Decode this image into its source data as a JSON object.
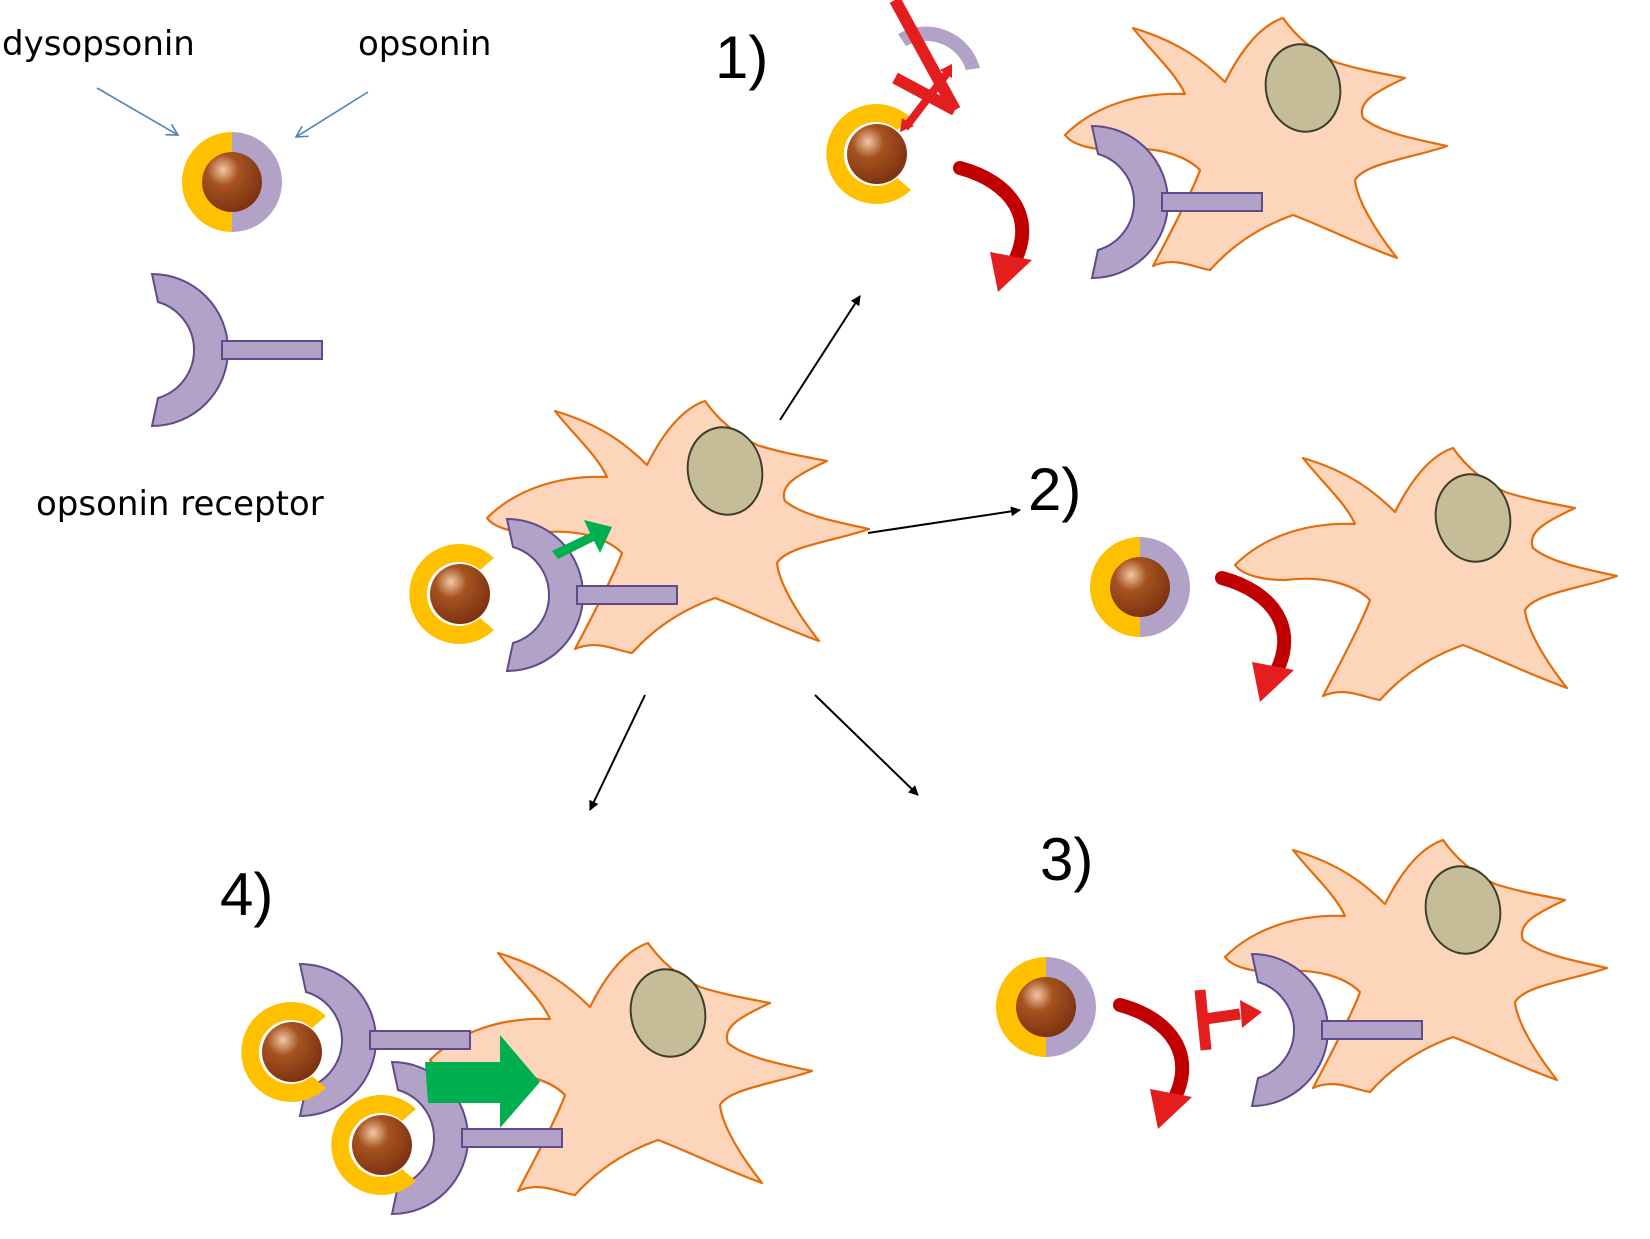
{
  "labels": {
    "dysopsonin": "dysopsonin",
    "opsonin": "opsonin",
    "opsonin_receptor": "opsonin receptor"
  },
  "scenarios": [
    {
      "number": "1)"
    },
    {
      "number": "2)"
    },
    {
      "number": "3)"
    },
    {
      "number": "4)"
    }
  ],
  "colors": {
    "cell_fill": "#FCD5BA",
    "cell_outline": "#E46C0A",
    "nucleus_fill": "#C4BD97",
    "nucleus_outline": "#3D3D2B",
    "receptor_fill": "#B3A2C7",
    "receptor_outline": "#5F4B8B",
    "dysopsonin": "#FFC000",
    "particle_core": "#8B3A0F",
    "opsonin": "#B3A2C7",
    "inhibit_red": "#E41E1E",
    "rejection_red": "#C00000",
    "uptake_green": "#00B050",
    "pointer_blue": "#4F81BD",
    "pathway_black": "#000000"
  },
  "icons": {
    "particle": "particle-icon",
    "cell": "macrophage-cell-icon",
    "receptor": "opsonin-receptor-icon",
    "curved_arrow": "curved-arrow-icon",
    "block_x": "block-x-icon",
    "inhibit_bar": "inhibit-bar-icon",
    "uptake_arrow": "uptake-arrow-icon"
  }
}
